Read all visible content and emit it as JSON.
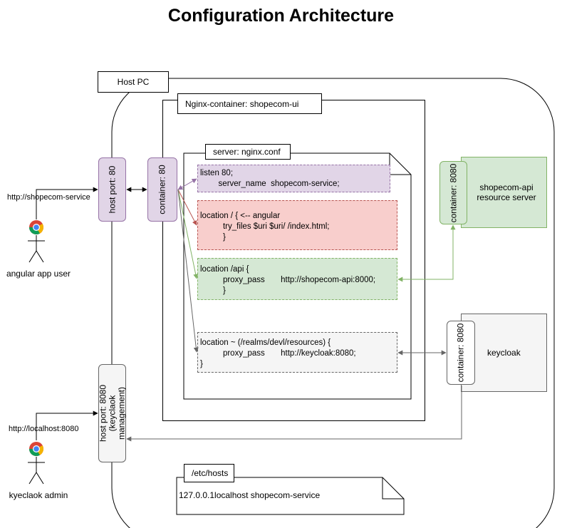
{
  "title": "Configuration Architecture",
  "host_pc": {
    "label": "Host PC"
  },
  "nginx_container": {
    "label": "Nginx-container: shopecom-ui"
  },
  "server_conf": {
    "label": "server: nginx.conf",
    "block_listen": [
      "listen 80;",
      "        server_name  shopecom-service;"
    ],
    "block_root": [
      "location / { <-- angular",
      "          try_files $uri $uri/ /index.html;",
      "          }"
    ],
    "block_api": [
      "location /api {",
      "          proxy_pass       http://shopecom-api:8000;",
      "          }"
    ],
    "block_keycloak": [
      "location ~ (/realms/devl/resources) {",
      "          proxy_pass       http://keycloak:8080;",
      "}"
    ]
  },
  "ports": {
    "host_port_80": "host port: 80",
    "container_80": "container: 80",
    "host_port_8080": "host port: 8080 (keyclaok management)",
    "api_container_8080": "container: 8080",
    "keycloak_container_8080": "container: 8080"
  },
  "services": {
    "api": "shopecom-api resource server",
    "keycloak": "keycloak"
  },
  "users": {
    "angular_url": "http://shopecom-service",
    "angular_user": "angular app user",
    "admin_url": "http://localhost:8080",
    "admin_user": "kyeclaok admin"
  },
  "etc_hosts": {
    "label": "/etc/hosts",
    "content": "127.0.0.1localhost shopecom-service"
  },
  "colors": {
    "purple_fill": "#e1d5e7",
    "purple_stroke": "#9673a6",
    "red_fill": "#f8cecc",
    "red_stroke": "#b85450",
    "green_fill": "#d5e8d4",
    "green_stroke": "#82b366",
    "gray_fill": "#f5f5f5",
    "gray_stroke": "#666666"
  }
}
